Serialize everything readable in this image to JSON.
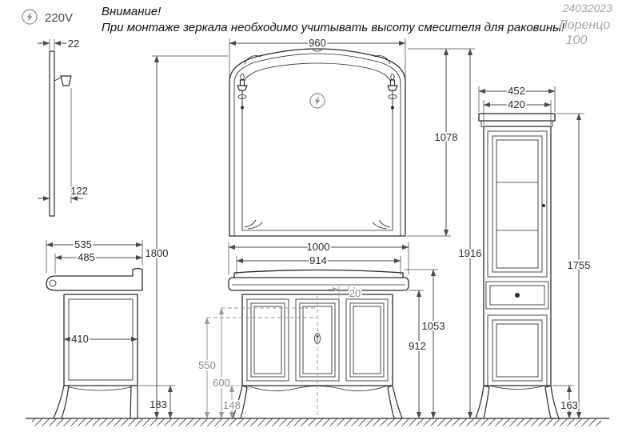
{
  "header": {
    "voltage": "220V",
    "attention_line1": "Внимание!",
    "attention_line2": "При монтаже зеркала необходимо учитывать высоту смесителя для раковины!",
    "doc_number": "24032023",
    "model_name": "Лоренцо",
    "model_size": "100"
  },
  "dims": {
    "mirror_thickness": "22",
    "mirror_depth": "122",
    "mirror_width": "960",
    "mirror_height": "1078",
    "total_height": "1916",
    "mount_height": "1800",
    "side_depth_full": "535",
    "side_depth_counter": "485",
    "side_depth_body": "410",
    "side_leg_height": "183",
    "vanity_width": "1000",
    "vanity_body_width": "914",
    "center_gap": "20",
    "vanity_height": "1053",
    "vanity_body_height": "912",
    "drain_height_low": "550",
    "drain_height_high": "600",
    "front_leg_height": "148",
    "column_width": "452",
    "column_body_width": "420",
    "column_height": "1755",
    "column_leg_height": "163"
  },
  "colors": {
    "line": "#2b2b2b",
    "dim_text": "#2b2b2b",
    "muted_grey": "#979a9d",
    "title_grey": "#a3a7ab"
  },
  "icons": {
    "electric_symbol": "lightning-in-circle"
  }
}
